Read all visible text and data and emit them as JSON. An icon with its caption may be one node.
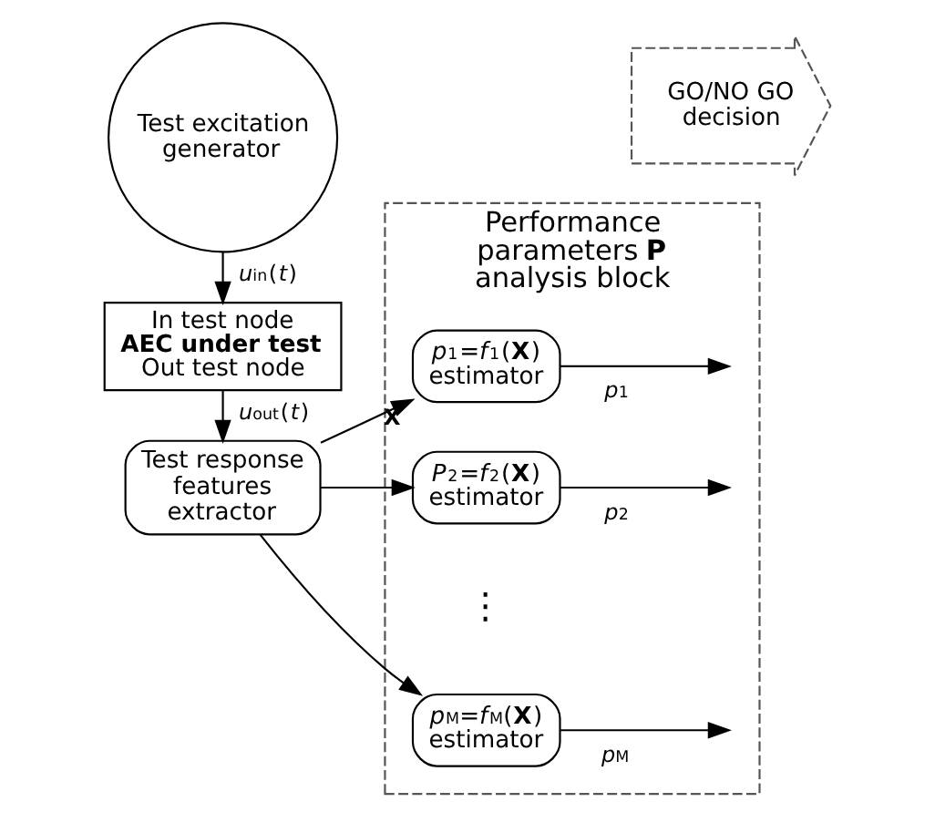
{
  "diagram": {
    "nodes": [
      {
        "text": [
          "Test excitation generator"
        ]
      },
      {
        "text": [
          "In test node",
          "**AEC under test**",
          "Out test node"
        ]
      },
      {
        "text": [
          "Test response features extractor"
        ]
      },
      {
        "text": [
          "Performance parameters **P** analysis block"
        ]
      },
      {
        "text": [
          "*p*$_{1}$=*f*$_{1}$(**X**)",
          "estimator"
        ],
        "in": 3
      },
      {
        "text": [
          "*P*$_{2}$=*f*$_{2}$(**X**)",
          "estimator"
        ],
        "in": 3
      },
      {
        "text": [
          "*p*$_{M}$=*f*$_{M}$(**X**)",
          "estimator"
        ],
        "in": 3
      },
      {
        "text": [
          "GO/NO GO decision"
        ]
      }
    ],
    "edges": [
      {
        "from": 0,
        "to": 1,
        "arrow": "to",
        "label": "*u*$_{in}$(*t*)"
      },
      {
        "from": 1,
        "to": 2,
        "arrow": "to",
        "label": "*u*$_{out}$(*t*)"
      },
      {
        "from": 2,
        "to": 4,
        "arrow": "to",
        "label": "**X**"
      },
      {
        "from": 2,
        "to": 5,
        "arrow": "to"
      },
      {
        "from": 2,
        "to": 6,
        "arrow": "to"
      },
      {
        "from": 4,
        "to": null,
        "arrow": "to",
        "label": "*p*$_{1}$"
      },
      {
        "from": 5,
        "to": null,
        "arrow": "to",
        "label": "*p*$_{2}$"
      },
      {
        "from": 6,
        "to": null,
        "arrow": "to",
        "label": "*p*$_{M}$"
      }
    ],
    "labels": [
      "⋮"
    ]
  }
}
